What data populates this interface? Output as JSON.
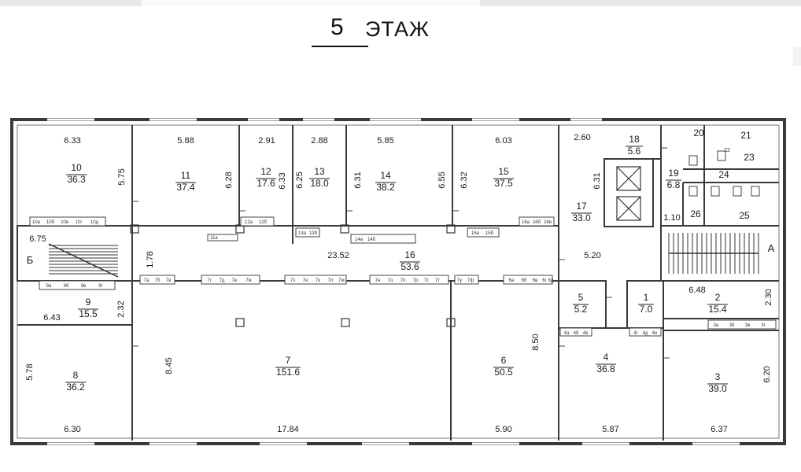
{
  "header": {
    "floor_number": "5",
    "floor_word": "ЭТАЖ"
  },
  "rooms": [
    {
      "id": "1",
      "num": "1",
      "area": "7.0"
    },
    {
      "id": "2",
      "num": "2",
      "area": "15.4"
    },
    {
      "id": "3",
      "num": "3",
      "area": "39.0"
    },
    {
      "id": "4",
      "num": "4",
      "area": "36.8"
    },
    {
      "id": "5",
      "num": "5",
      "area": "5.2"
    },
    {
      "id": "6",
      "num": "6",
      "area": "50.5"
    },
    {
      "id": "7",
      "num": "7",
      "area": "151.6"
    },
    {
      "id": "8",
      "num": "8",
      "area": "36.2"
    },
    {
      "id": "9",
      "num": "9",
      "area": "15.5"
    },
    {
      "id": "10",
      "num": "10",
      "area": "36.3"
    },
    {
      "id": "11",
      "num": "11",
      "area": "37.4"
    },
    {
      "id": "12",
      "num": "12",
      "area": "17.6"
    },
    {
      "id": "13",
      "num": "13",
      "area": "18.0"
    },
    {
      "id": "14",
      "num": "14",
      "area": "38.2"
    },
    {
      "id": "15",
      "num": "15",
      "area": "37.5"
    },
    {
      "id": "16",
      "num": "16",
      "area": "53.6"
    },
    {
      "id": "17",
      "num": "17",
      "area": "33.0"
    },
    {
      "id": "18",
      "num": "18",
      "area": "5.6"
    },
    {
      "id": "19",
      "num": "19",
      "area": "6.8"
    },
    {
      "id": "20",
      "num": "20",
      "area": ""
    },
    {
      "id": "21",
      "num": "21",
      "area": ""
    },
    {
      "id": "22",
      "num": "22",
      "area": ""
    },
    {
      "id": "23",
      "num": "23",
      "area": ""
    },
    {
      "id": "24",
      "num": "24",
      "area": ""
    },
    {
      "id": "25",
      "num": "25",
      "area": ""
    },
    {
      "id": "26",
      "num": "26",
      "area": ""
    }
  ],
  "dimensions": {
    "d10w": "6.33",
    "d10h": "5.75",
    "d11w": "5.88",
    "d11h": "6.28",
    "d12w": "2.91",
    "d12h": "6.33",
    "d13w": "2.88",
    "d13h": "6.25",
    "d14w": "5.85",
    "d14h": "6.31",
    "d14h2": "6.55",
    "d15w": "6.03",
    "d15h": "6.32",
    "d17w": "2.60",
    "d17h": "6.31",
    "dstairB": "6.75",
    "dcorr_h": "1.78",
    "dcorr_w": "23.52",
    "dhallA": "5.20",
    "dbath": "1.10",
    "d9w": "6.43",
    "d9h": "2.32",
    "d8h": "5.78",
    "d8w": "6.30",
    "d7h": "8.45",
    "d7w": "17.84",
    "d6h": "8.50",
    "d6w": "5.90",
    "d4w": "5.87",
    "d2w": "6.48",
    "d2h": "2.30",
    "d3h": "6.20",
    "d3w": "6.37"
  },
  "stair_labels": {
    "left": "Б",
    "right": "А"
  },
  "sub_labels": [
    "10a",
    "10б",
    "10в",
    "10г",
    "10д",
    "11a",
    "12a",
    "12б",
    "13a",
    "13б",
    "14a",
    "14б",
    "15a",
    "15б",
    "16a",
    "16б",
    "16в",
    "9a",
    "9б",
    "9в",
    "9г",
    "7a",
    "7б",
    "7в",
    "7г",
    "7д",
    "7е",
    "7ж",
    "7з",
    "7и",
    "7к",
    "7л",
    "7м",
    "7н",
    "7о",
    "7п",
    "7р",
    "7с",
    "7т",
    "7у",
    "7ф",
    "6a",
    "6б",
    "6в",
    "6г",
    "6д",
    "4a",
    "4б",
    "4в",
    "4г",
    "4д",
    "4е",
    "3a",
    "3б",
    "3в",
    "3г",
    "22"
  ],
  "colors": {
    "wall": "#3a3a3a",
    "line": "#555555",
    "text": "#1a1a1a"
  }
}
